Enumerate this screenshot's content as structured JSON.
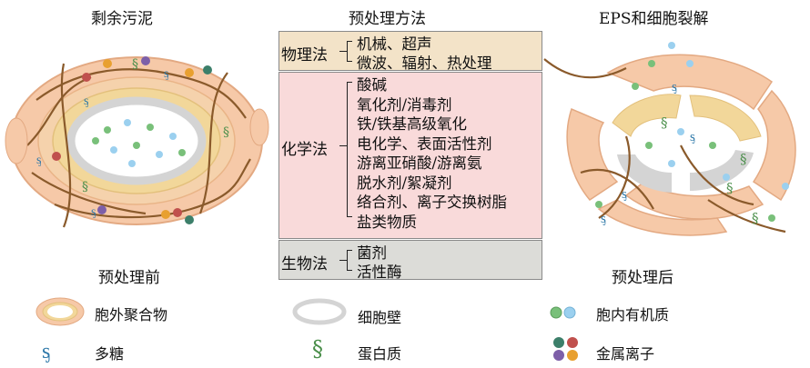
{
  "headers": {
    "left": "剩余污泥",
    "center": "预处理方法",
    "right": "EPS和细胞裂解"
  },
  "captions": {
    "before": "预处理前",
    "after": "预处理后"
  },
  "methods": {
    "physical": {
      "label": "物理法",
      "items": [
        "机械、超声",
        "微波、辐射、热处理"
      ]
    },
    "chemical": {
      "label": "化学法",
      "items": [
        "酸碱",
        "氧化剂/消毒剂",
        "铁/铁基高级氧化",
        "电化学、表面活性剂",
        "游离亚硝酸/游离氨",
        "脱水剂/絮凝剂",
        "络合剂、离子交换树脂",
        "盐类物质"
      ]
    },
    "biological": {
      "label": "生物法",
      "items": [
        "菌剂",
        "活性酶"
      ]
    }
  },
  "legend": {
    "eps": "胞外聚合物",
    "cell_wall": "细胞壁",
    "intracellular": "胞内有机质",
    "polysaccharide": "多糖",
    "protein": "蛋白质",
    "metal_ions": "金属离子"
  },
  "colors": {
    "physical_bg": "#f3e3c8",
    "chemical_bg": "#f9dada",
    "biological_bg": "#dcdcd8",
    "eps_outer": "#f6c9a8",
    "eps_inner": "#f2d79a",
    "cell_wall": "#d4d4d4",
    "fiber": "#8a5a2b",
    "polysaccharide": "#2c77a8",
    "protein": "#4b8f4b"
  }
}
